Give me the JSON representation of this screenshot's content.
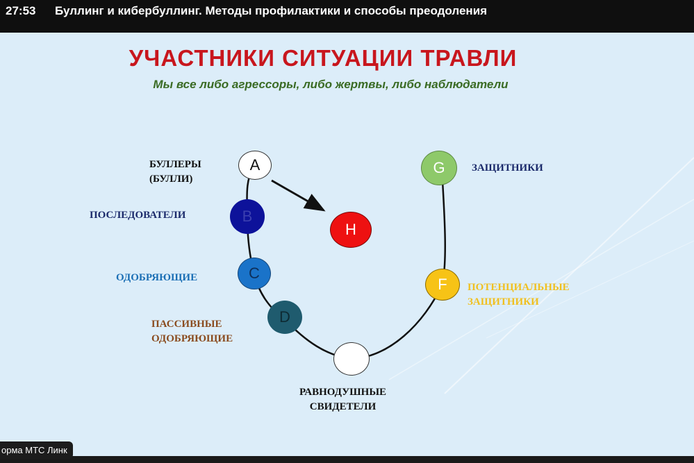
{
  "player": {
    "time": "27:53",
    "title": "Буллинг и кибербуллинг. Методы профилактики и способы преодоления",
    "platform_chip": "орма МТС Линк"
  },
  "slide": {
    "title": "УЧАСТНИКИ СИТУАЦИИ ТРАВЛИ",
    "subtitle": "Мы все либо агрессоры,  либо жертвы, либо наблюдатели",
    "nodes": {
      "a": "A",
      "b": "B",
      "c": "C",
      "d": "D",
      "e": "",
      "f": "F",
      "g": "G",
      "h": "H"
    },
    "labels": {
      "bullies_1": "БУЛЛЕРЫ",
      "bullies_2": "(БУЛЛИ)",
      "followers": "ПОСЛЕДОВАТЕЛИ",
      "approving": "ОДОБРЯЮЩИЕ",
      "passive_1": "ПАССИВНЫЕ",
      "passive_2": "ОДОБРЯЮЩИЕ",
      "witnesses_1": "РАВНОДУШНЫЕ",
      "witnesses_2": "СВИДЕТЕЛИ",
      "potential_1": "ПОТЕНЦИАЛЬНЫЕ",
      "potential_2": "ЗАЩИТНИКИ",
      "defenders": "ЗАЩИТНИКИ"
    },
    "colors": {
      "title": "#c8161d",
      "subtitle": "#3a6b24",
      "node_a": "#ffffff",
      "node_b": "#0d129a",
      "node_c": "#1a73c9",
      "node_d": "#1f5b6e",
      "node_e": "#ffffff",
      "node_f": "#f7c316",
      "node_g": "#8ec96a",
      "node_h": "#ee1111"
    }
  }
}
